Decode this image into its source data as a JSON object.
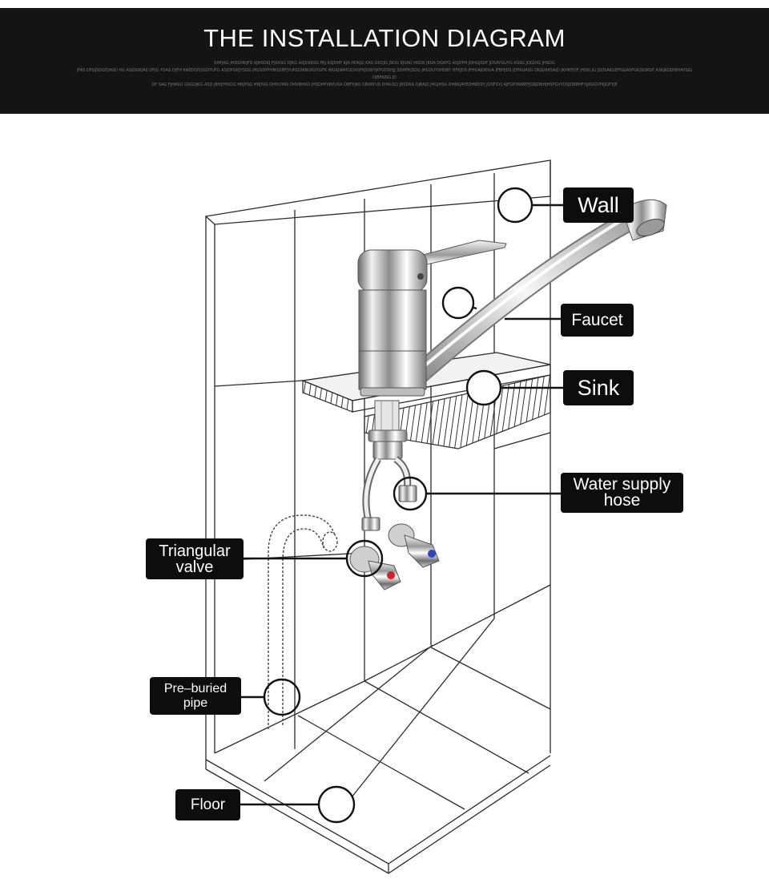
{
  "header": {
    "title": "THE INSTALLATION DIAGRAM",
    "fine_print": [
      "KHFJAG JHDGHKJFD KJHSDKJ FJKASG DJKG ASJDKKSG FAJ KSJDHF KJA HDKJG KAS GKDJG JSDG KJSAD HSDK JKUA DGKFG ASJDFH JDHGJSDF JDSAYGUYG ASSG JDGDIG JHSDG",
      "JFAS DFGJSDGFJHGD HG ASJDGKJAS DFJG YSAG DJFH KAEDGFJSGDYUFG ASJDFGKJYSDG JHGSDYFHNSDBFJYUHGDKNGKUYGFK WGKJWATGDXGFKJDWYJKFGDSHJJ SDHFKJSDG JHGDUYSHDBY HFKJDS JFHUAJDKIUA JFBHJDS JDFKUASG DKJGHKSAJD JKHKFJSF JHDG JG JSDSAKGEFGGASFGKJSDKGF,ASKJKDJDBHAYSJG",
      "DJBFAJSG JD",
      "DF SAG FJHASG  GSGDJKG ASD JBHJYHSDG HBJYSG HBJYAS DHVUYAS DHVBHSD JHSDHFVBYUSA DBFYJAS DBVAYUS DYAUSD JBSDKA DJBAJS JHGJHSA DHBKJAYEDHBDSY JDSFGYJ AJFGKYAWEFJGBJDBHJHSFGVYDSJDBBHFYJJASGVFKJGFYJE"
    ]
  },
  "labels": {
    "wall": "Wall",
    "faucet": "Faucet",
    "sink": "Sink",
    "water_supply_hose": [
      "Water supply",
      "hose"
    ],
    "triangular_valve": [
      "Triangular",
      "valve"
    ],
    "pre_buried_pipe": [
      "Pre–buried",
      "pipe"
    ],
    "floor": "Floor"
  },
  "colors": {
    "banner_bg": "#141414",
    "label_bg": "#0d0d0d",
    "hot_handle": "#d81f26",
    "cold_handle": "#2a46c8"
  }
}
